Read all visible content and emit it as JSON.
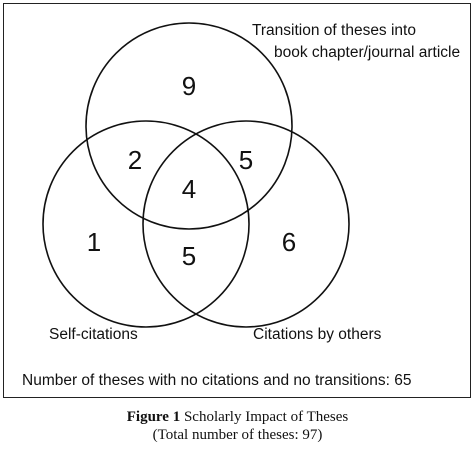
{
  "diagram": {
    "sets": [
      {
        "key": "transition",
        "label_lines": [
          "Transition of theses into",
          "book chapter/journal article"
        ]
      },
      {
        "key": "self",
        "label_lines": [
          "Self-citations"
        ]
      },
      {
        "key": "others",
        "label_lines": [
          "Citations by others"
        ]
      }
    ],
    "regions": {
      "transition_only": "9",
      "self_only": "1",
      "others_only": "6",
      "transition_self": "2",
      "transition_others": "5",
      "self_others": "5",
      "all_three": "4"
    },
    "footnote": "Number of theses with no citations and no transitions: 65",
    "line_color": "#111111",
    "background": "#ffffff"
  },
  "caption": {
    "label": "Figure 1",
    "title": " Scholarly Impact of Theses",
    "subtitle": "(Total number of theses: 97)"
  }
}
